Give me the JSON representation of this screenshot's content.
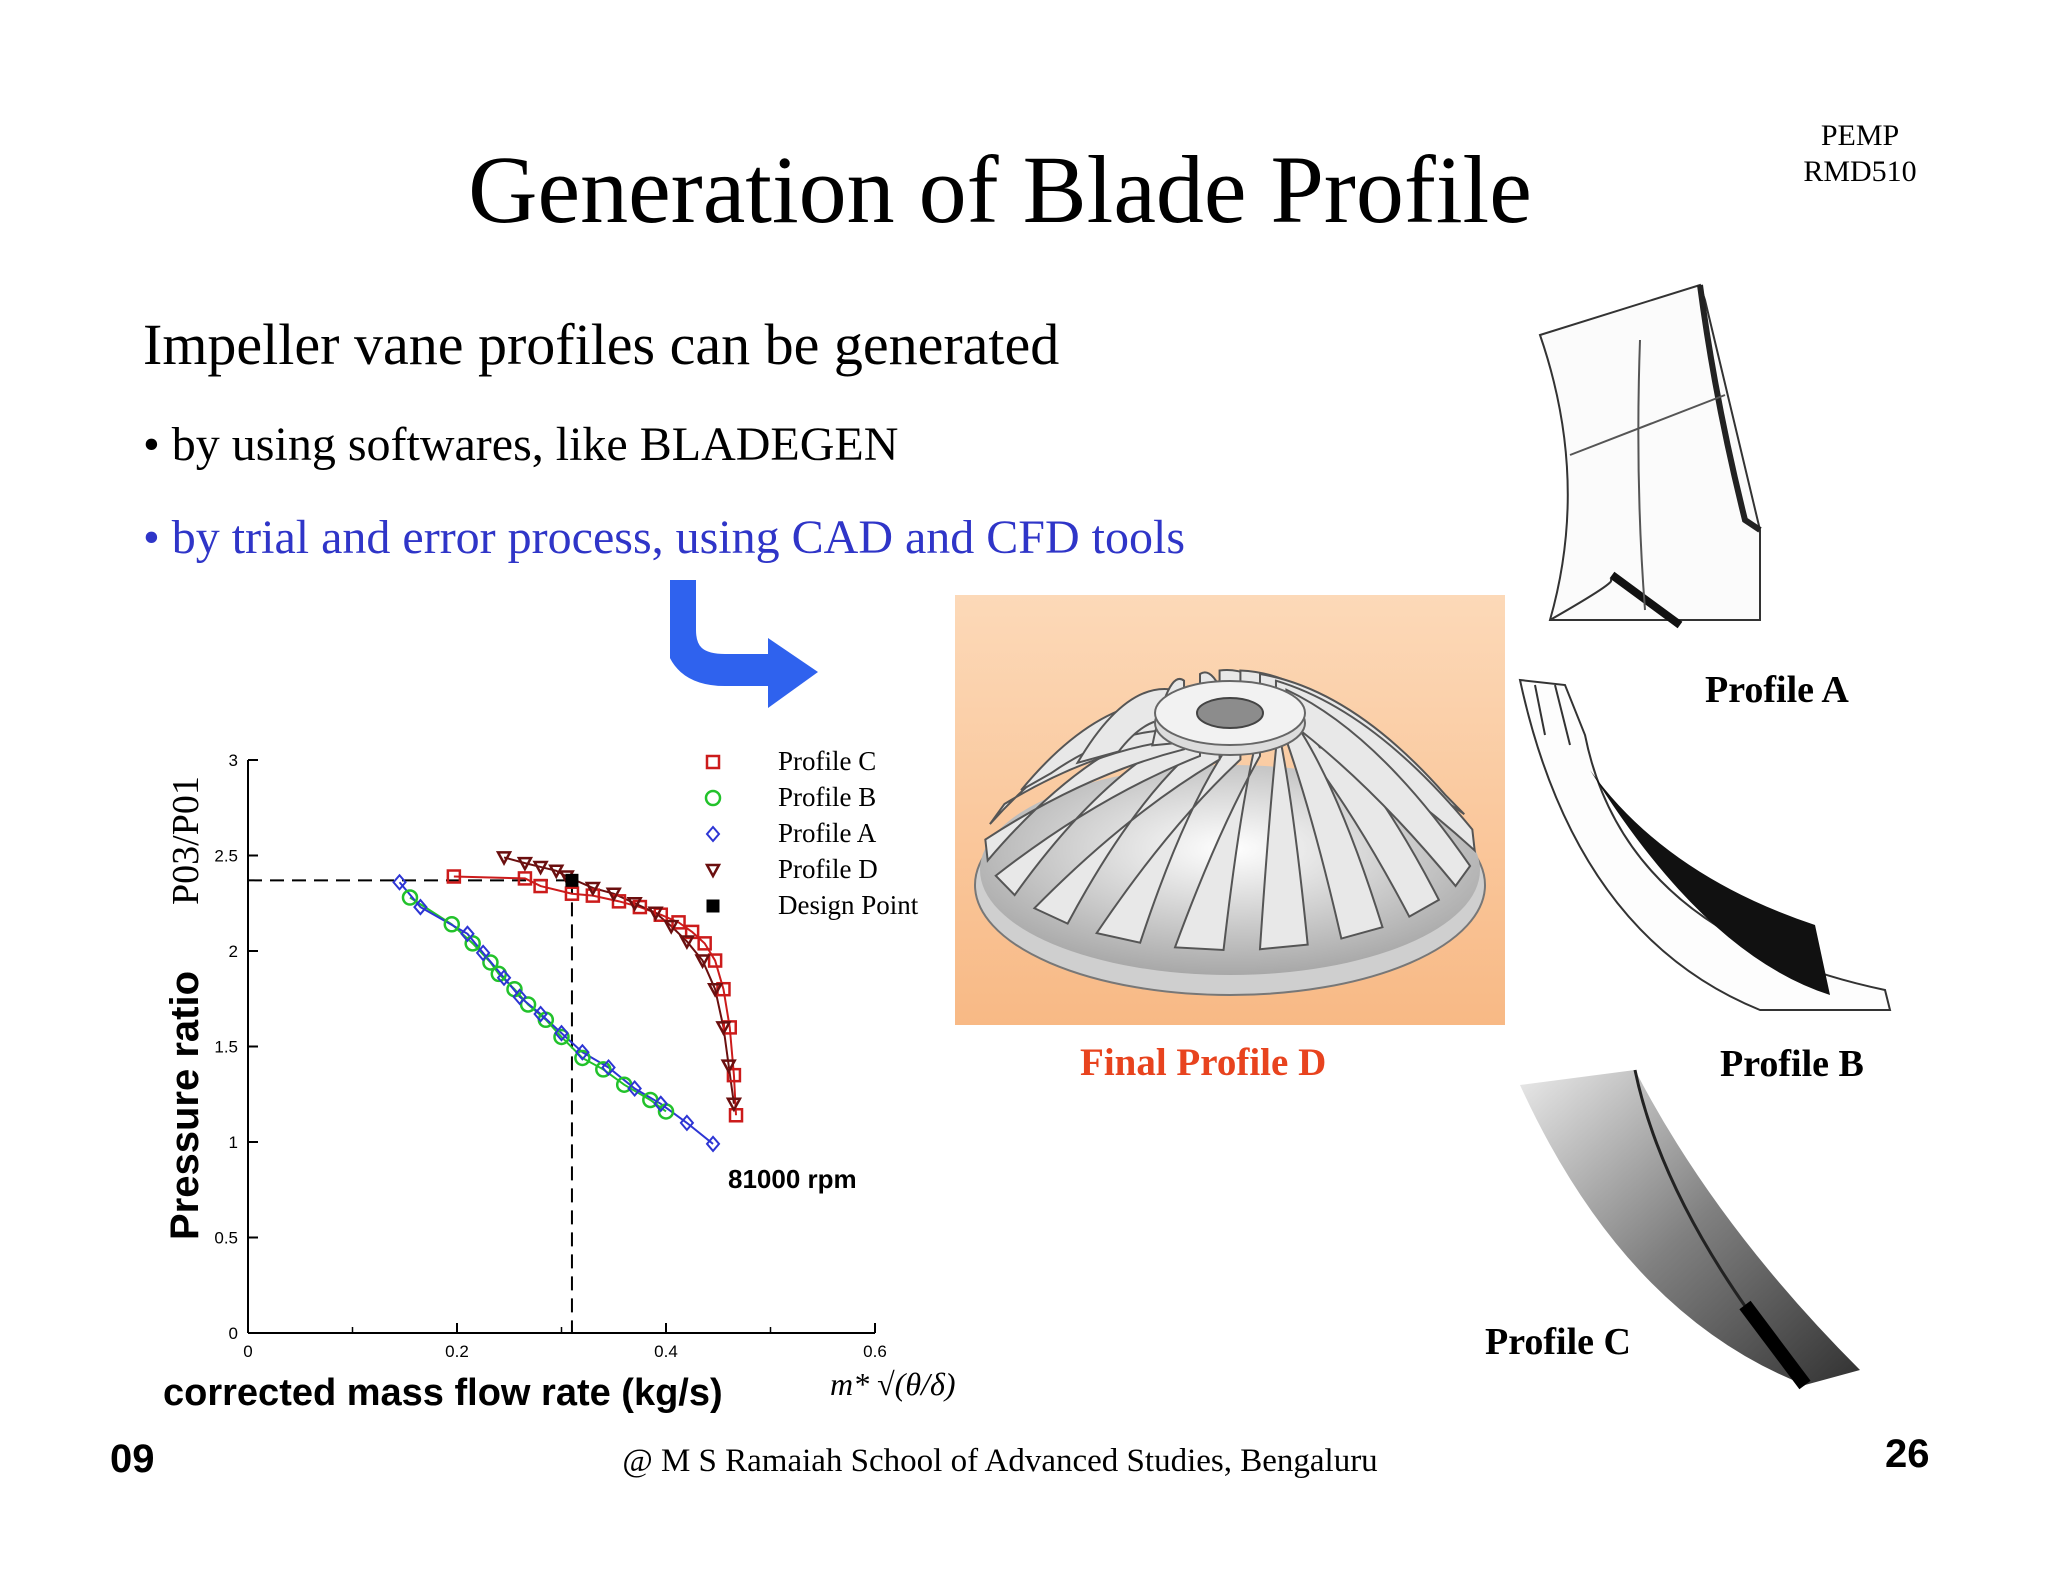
{
  "slide": {
    "title": "Generation of Blade Profile",
    "course_code_line1": "PEMP",
    "course_code_line2": "RMD510",
    "intro": "Impeller vane profiles can be generated",
    "bullets": [
      "• by using softwares, like BLADEGEN",
      "• by trial and error process, using CAD and CFD tools"
    ],
    "final_profile_label": "Final Profile D",
    "profile_labels": [
      "Profile A",
      "Profile B",
      "Profile C"
    ],
    "rpm_annotation": "81000 rpm",
    "footer_left": "09",
    "footer_center": "@ M S Ramaiah School of Advanced Studies, Bengaluru",
    "footer_right": "26"
  },
  "chart_data": {
    "type": "line",
    "xlabel": "corrected mass flow rate (kg/s)",
    "ylabel_text": "Pressure ratio",
    "ylabel_formula": "P03/P01",
    "xlabel_formula": "m* √(θ/δ)",
    "xlim": [
      0,
      0.6
    ],
    "ylim": [
      0,
      3
    ],
    "xticks": [
      "0",
      "0.2",
      "0.4",
      "0.6"
    ],
    "yticks": [
      "0",
      "0.5",
      "1",
      "1.5",
      "2",
      "2.5",
      "3"
    ],
    "legend_position": "top-right",
    "series": [
      {
        "name": "Profile C",
        "color": "#cc1b1b",
        "marker": "square",
        "x": [
          0.197,
          0.265,
          0.28,
          0.31,
          0.33,
          0.355,
          0.375,
          0.395,
          0.412,
          0.425,
          0.437,
          0.447,
          0.455,
          0.461,
          0.465,
          0.467
        ],
        "y": [
          2.39,
          2.38,
          2.34,
          2.3,
          2.29,
          2.26,
          2.23,
          2.19,
          2.15,
          2.1,
          2.04,
          1.95,
          1.8,
          1.6,
          1.35,
          1.14
        ]
      },
      {
        "name": "Profile B",
        "color": "#22c22b",
        "marker": "circle",
        "x": [
          0.155,
          0.195,
          0.215,
          0.232,
          0.24,
          0.255,
          0.268,
          0.285,
          0.3,
          0.32,
          0.34,
          0.36,
          0.385,
          0.4
        ],
        "y": [
          2.28,
          2.14,
          2.04,
          1.94,
          1.88,
          1.8,
          1.72,
          1.64,
          1.55,
          1.44,
          1.38,
          1.3,
          1.22,
          1.16
        ]
      },
      {
        "name": "Profile A",
        "color": "#2d35d4",
        "marker": "diamond",
        "x": [
          0.145,
          0.165,
          0.21,
          0.225,
          0.245,
          0.26,
          0.28,
          0.3,
          0.32,
          0.345,
          0.37,
          0.395,
          0.42,
          0.445
        ],
        "y": [
          2.36,
          2.23,
          2.09,
          1.99,
          1.86,
          1.76,
          1.67,
          1.57,
          1.47,
          1.39,
          1.28,
          1.2,
          1.1,
          0.99
        ]
      },
      {
        "name": "Profile D",
        "color": "#6b0f0f",
        "marker": "triangle-down",
        "x": [
          0.245,
          0.265,
          0.28,
          0.295,
          0.305,
          0.33,
          0.35,
          0.37,
          0.39,
          0.405,
          0.42,
          0.435,
          0.447,
          0.455,
          0.46,
          0.465
        ],
        "y": [
          2.49,
          2.46,
          2.44,
          2.42,
          2.39,
          2.33,
          2.3,
          2.25,
          2.2,
          2.13,
          2.05,
          1.95,
          1.8,
          1.6,
          1.4,
          1.2
        ]
      },
      {
        "name": "Design Point",
        "color": "#000000",
        "marker": "filled-square",
        "x": [
          0.31
        ],
        "y": [
          2.37
        ]
      }
    ],
    "annotations": [
      "81000 rpm"
    ]
  }
}
